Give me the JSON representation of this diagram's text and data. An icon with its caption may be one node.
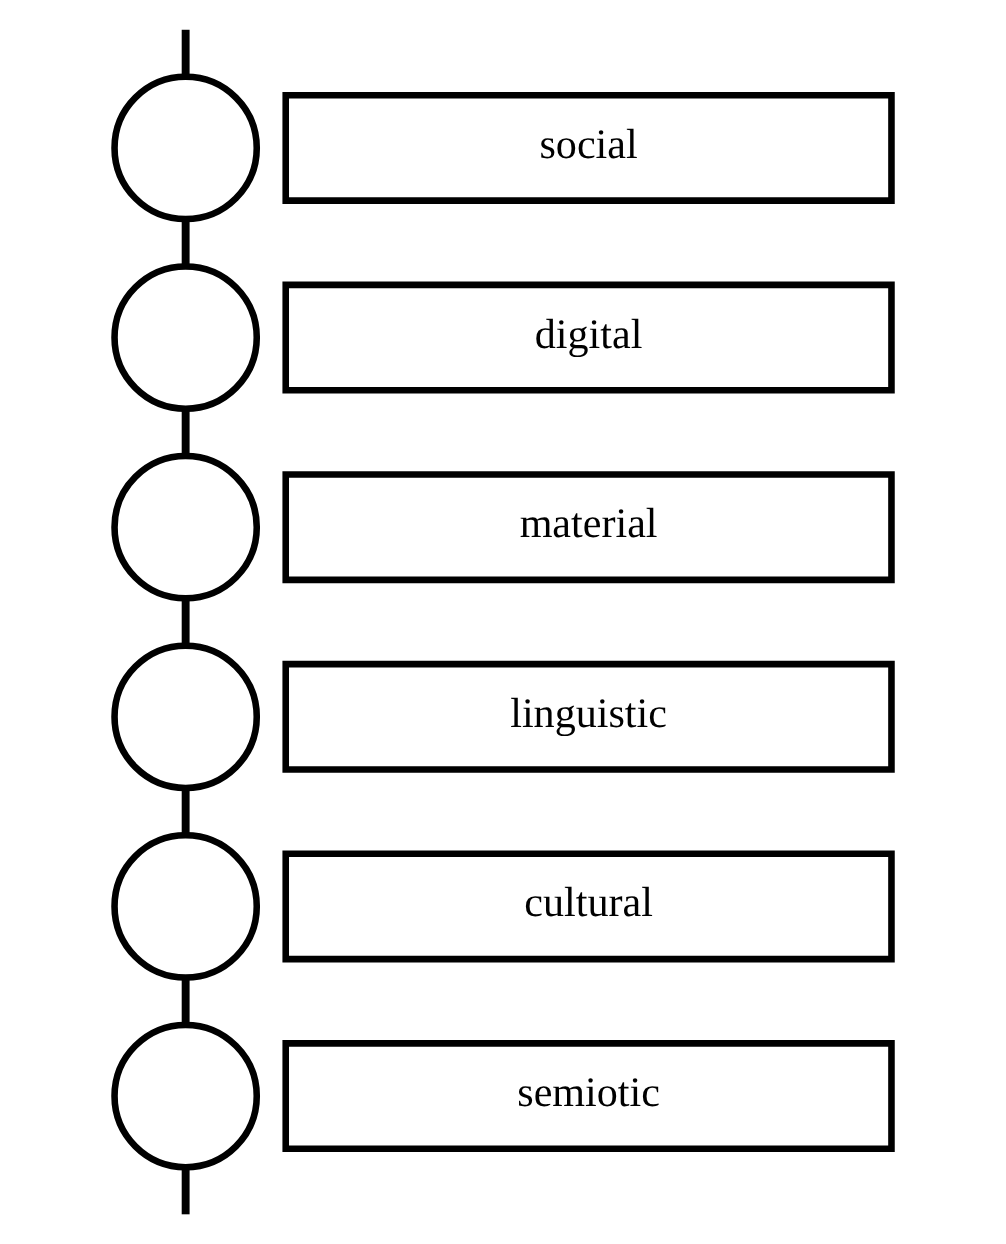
{
  "diagram": {
    "nodes": [
      {
        "text": [],
        "shape": "circle"
      },
      {
        "text": [
          "social"
        ]
      },
      {
        "text": [],
        "shape": "circle"
      },
      {
        "text": [
          "digital"
        ]
      },
      {
        "text": [],
        "shape": "circle"
      },
      {
        "text": [
          "material"
        ]
      },
      {
        "text": [],
        "shape": "circle"
      },
      {
        "text": [
          "linguistic"
        ]
      },
      {
        "text": [],
        "shape": "circle"
      },
      {
        "text": [
          "cultural"
        ]
      },
      {
        "text": [],
        "shape": "circle"
      },
      {
        "text": [
          "semiotic"
        ]
      }
    ],
    "edges": [
      {
        "from": null,
        "to": 0,
        "arrow": "none"
      },
      {
        "from": 0,
        "to": 2,
        "arrow": "none"
      },
      {
        "from": 2,
        "to": 4,
        "arrow": "none"
      },
      {
        "from": 4,
        "to": 6,
        "arrow": "none"
      },
      {
        "from": 6,
        "to": 8,
        "arrow": "none"
      },
      {
        "from": 8,
        "to": 10,
        "arrow": "none"
      },
      {
        "from": 10,
        "to": null,
        "arrow": "none"
      }
    ]
  }
}
